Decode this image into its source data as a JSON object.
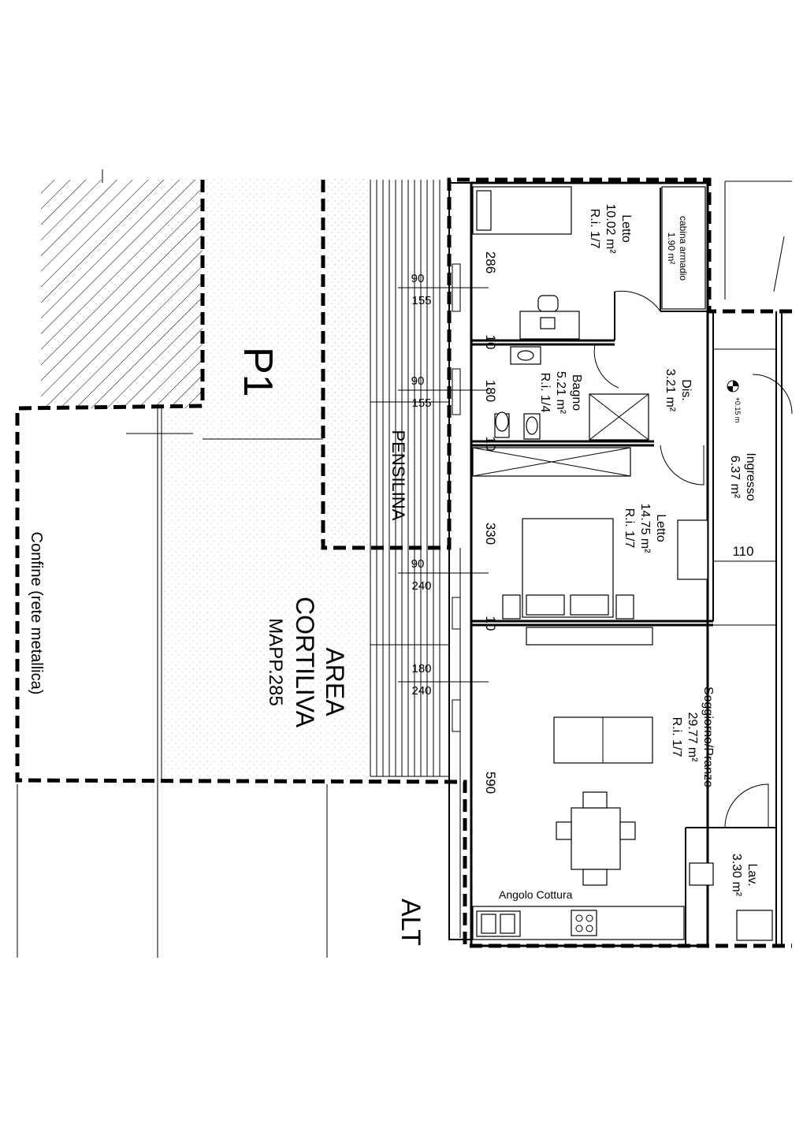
{
  "areas": {
    "p1": "P1",
    "area_cortiliva": {
      "line1": "AREA",
      "line2": "CORTILIVA",
      "line3": "MAPP.285"
    },
    "pensilina": "PENSILINA",
    "confine": {
      "line1": "Confine (rete metallica)",
      "line2": ""
    },
    "alt": "ALT"
  },
  "rooms": {
    "letto1": {
      "name": "Letto",
      "area": "10.02 m²",
      "ri": "R.i. 1/7"
    },
    "cabina": {
      "name": "cabina armadio",
      "area": "1.90 m²"
    },
    "bagno": {
      "name": "Bagno",
      "area": "5.21 m²",
      "ri": "R.i. 1/4"
    },
    "dis": {
      "name": "Dis.",
      "area": "3.21 m²"
    },
    "ingresso": {
      "name": "Ingresso",
      "area": "6.37 m²"
    },
    "letto2": {
      "name": "Letto",
      "area": "14.75 m²",
      "ri": "R.i. 1/7"
    },
    "soggiorno": {
      "name": "Soggiorno/Pranzo",
      "area": "29.77 m²",
      "ri": "R.i. 1/7"
    },
    "lav": {
      "name": "Lav.",
      "area": "3.30 m²"
    },
    "angolo": "Angolo Cottura"
  },
  "dimensions": {
    "d286": "286",
    "d10a": "10",
    "d180a": "180",
    "d10b": "10",
    "d330": "330",
    "d10c": "10",
    "d590": "590",
    "d110": "110",
    "w1a": "90",
    "w1b": "155",
    "w2a": "90",
    "w2b": "155",
    "w3a": "90",
    "w3b": "240",
    "w4a": "180",
    "w4b": "240"
  },
  "level": "+0.15 m"
}
